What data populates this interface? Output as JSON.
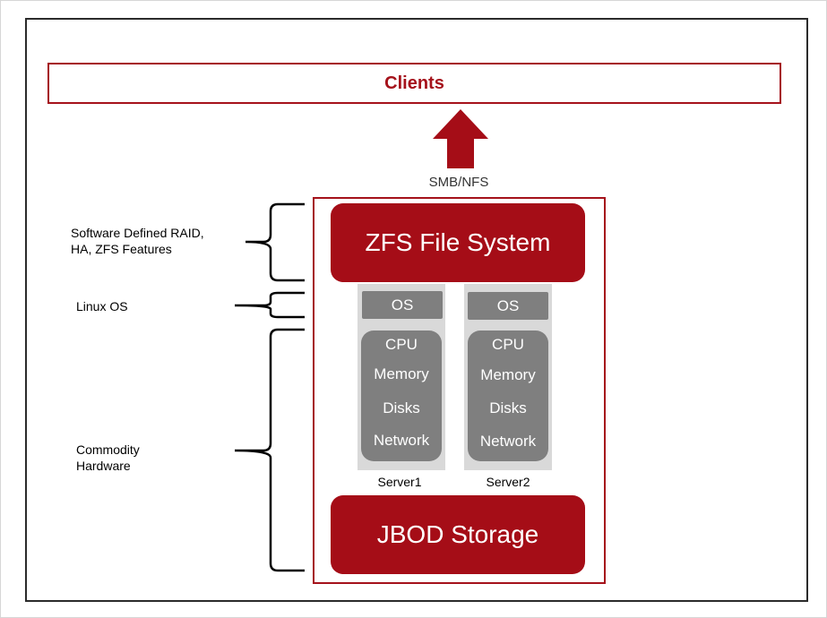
{
  "clients": {
    "label": "Clients"
  },
  "protocol": {
    "label": "SMB/NFS"
  },
  "stack": {
    "zfs_label": "ZFS File System",
    "jbod_label": "JBOD Storage"
  },
  "servers": [
    {
      "name": "Server1",
      "os": "OS",
      "hardware": [
        "CPU",
        "Memory",
        "Disks",
        "Network"
      ]
    },
    {
      "name": "Server2",
      "os": "OS",
      "hardware": [
        "CPU",
        "Memory",
        "Disks",
        "Network"
      ]
    }
  ],
  "annotations": {
    "raid_line1": "Software Defined RAID,",
    "raid_line2": "HA, ZFS Features",
    "linux": "Linux OS",
    "hw_line1": "Commodity",
    "hw_line2": "Hardware"
  },
  "colors": {
    "brand_red": "#a50d17",
    "gray": "#7f7f7f",
    "light_gray": "#d9d9d9"
  }
}
